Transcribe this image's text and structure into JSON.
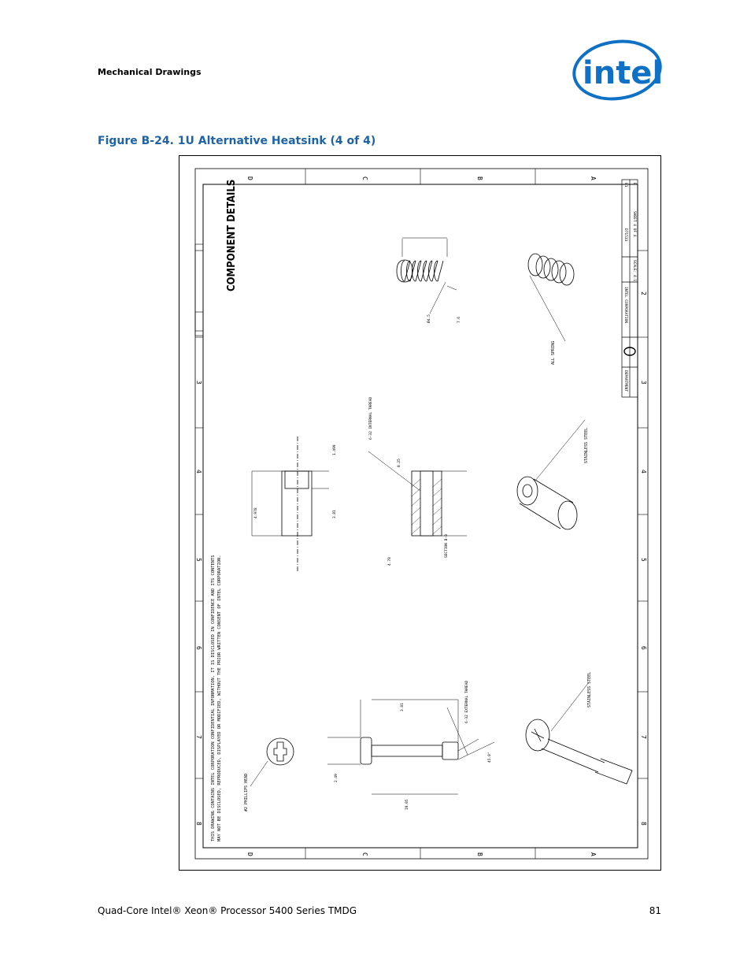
{
  "header": {
    "section": "Mechanical Drawings",
    "logo_text": "intel",
    "brand_color": "#0f71c5"
  },
  "figure": {
    "title": "Figure B-24. 1U Alternative Heatsink (4 of 4)",
    "drawing": {
      "heading": "COMPONENT DETAILS",
      "zone_letters": [
        "D",
        "C",
        "B",
        "A"
      ],
      "zone_numbers": [
        "8",
        "7",
        "6",
        "5",
        "4",
        "3",
        "2"
      ],
      "notice": [
        "THIS DRAWING CONTAINS INTEL CORPORATION CONFIDENTIAL INFORMATION. IT IS DISCLOSED IN CONFIDENCE AND ITS CONTENTS",
        "MAY NOT BE DISCLOSED, REPRODUCED, DISPLAYED OR MODIFIED, WITHOUT THE PRIOR WRITTEN CONSENT OF INTEL CORPORATION."
      ],
      "labels": {
        "spring": "ALL SPRING",
        "stainless_1": "STAINLESS STEEL",
        "stainless_2": "STAINLESS STEEL",
        "phillips": "#2 PHILLIPS HEAD",
        "section": "SECTION B-B",
        "internal_thread": "6-32 INTERNAL THREAD",
        "external_thread": "6-32 EXTERNAL THREAD",
        "angle": "45.0°"
      },
      "dimensions": {
        "spring_od": "Ø4.5",
        "spring_len": "7.6",
        "standoff_height": "4.978",
        "standoff_top": "1.499",
        "standoff_dia": "3.81",
        "standoff_hole": "0.25",
        "standoff_base": "4.78",
        "screw_len": "19.05",
        "screw_head": "2.49",
        "screw_shank": "3.81"
      },
      "title_block": {
        "drawing_number": "D71533",
        "sheet": "SHEET 4 OF 4",
        "scale": "SCALE: 4:1",
        "rev": "01",
        "size": "D",
        "company": "INTEL CORPORATION",
        "department": "DEPARTMENT"
      }
    }
  },
  "footer": {
    "doc_title": "Quad-Core Intel® Xeon® Processor 5400 Series TMDG",
    "page_number": "81"
  }
}
